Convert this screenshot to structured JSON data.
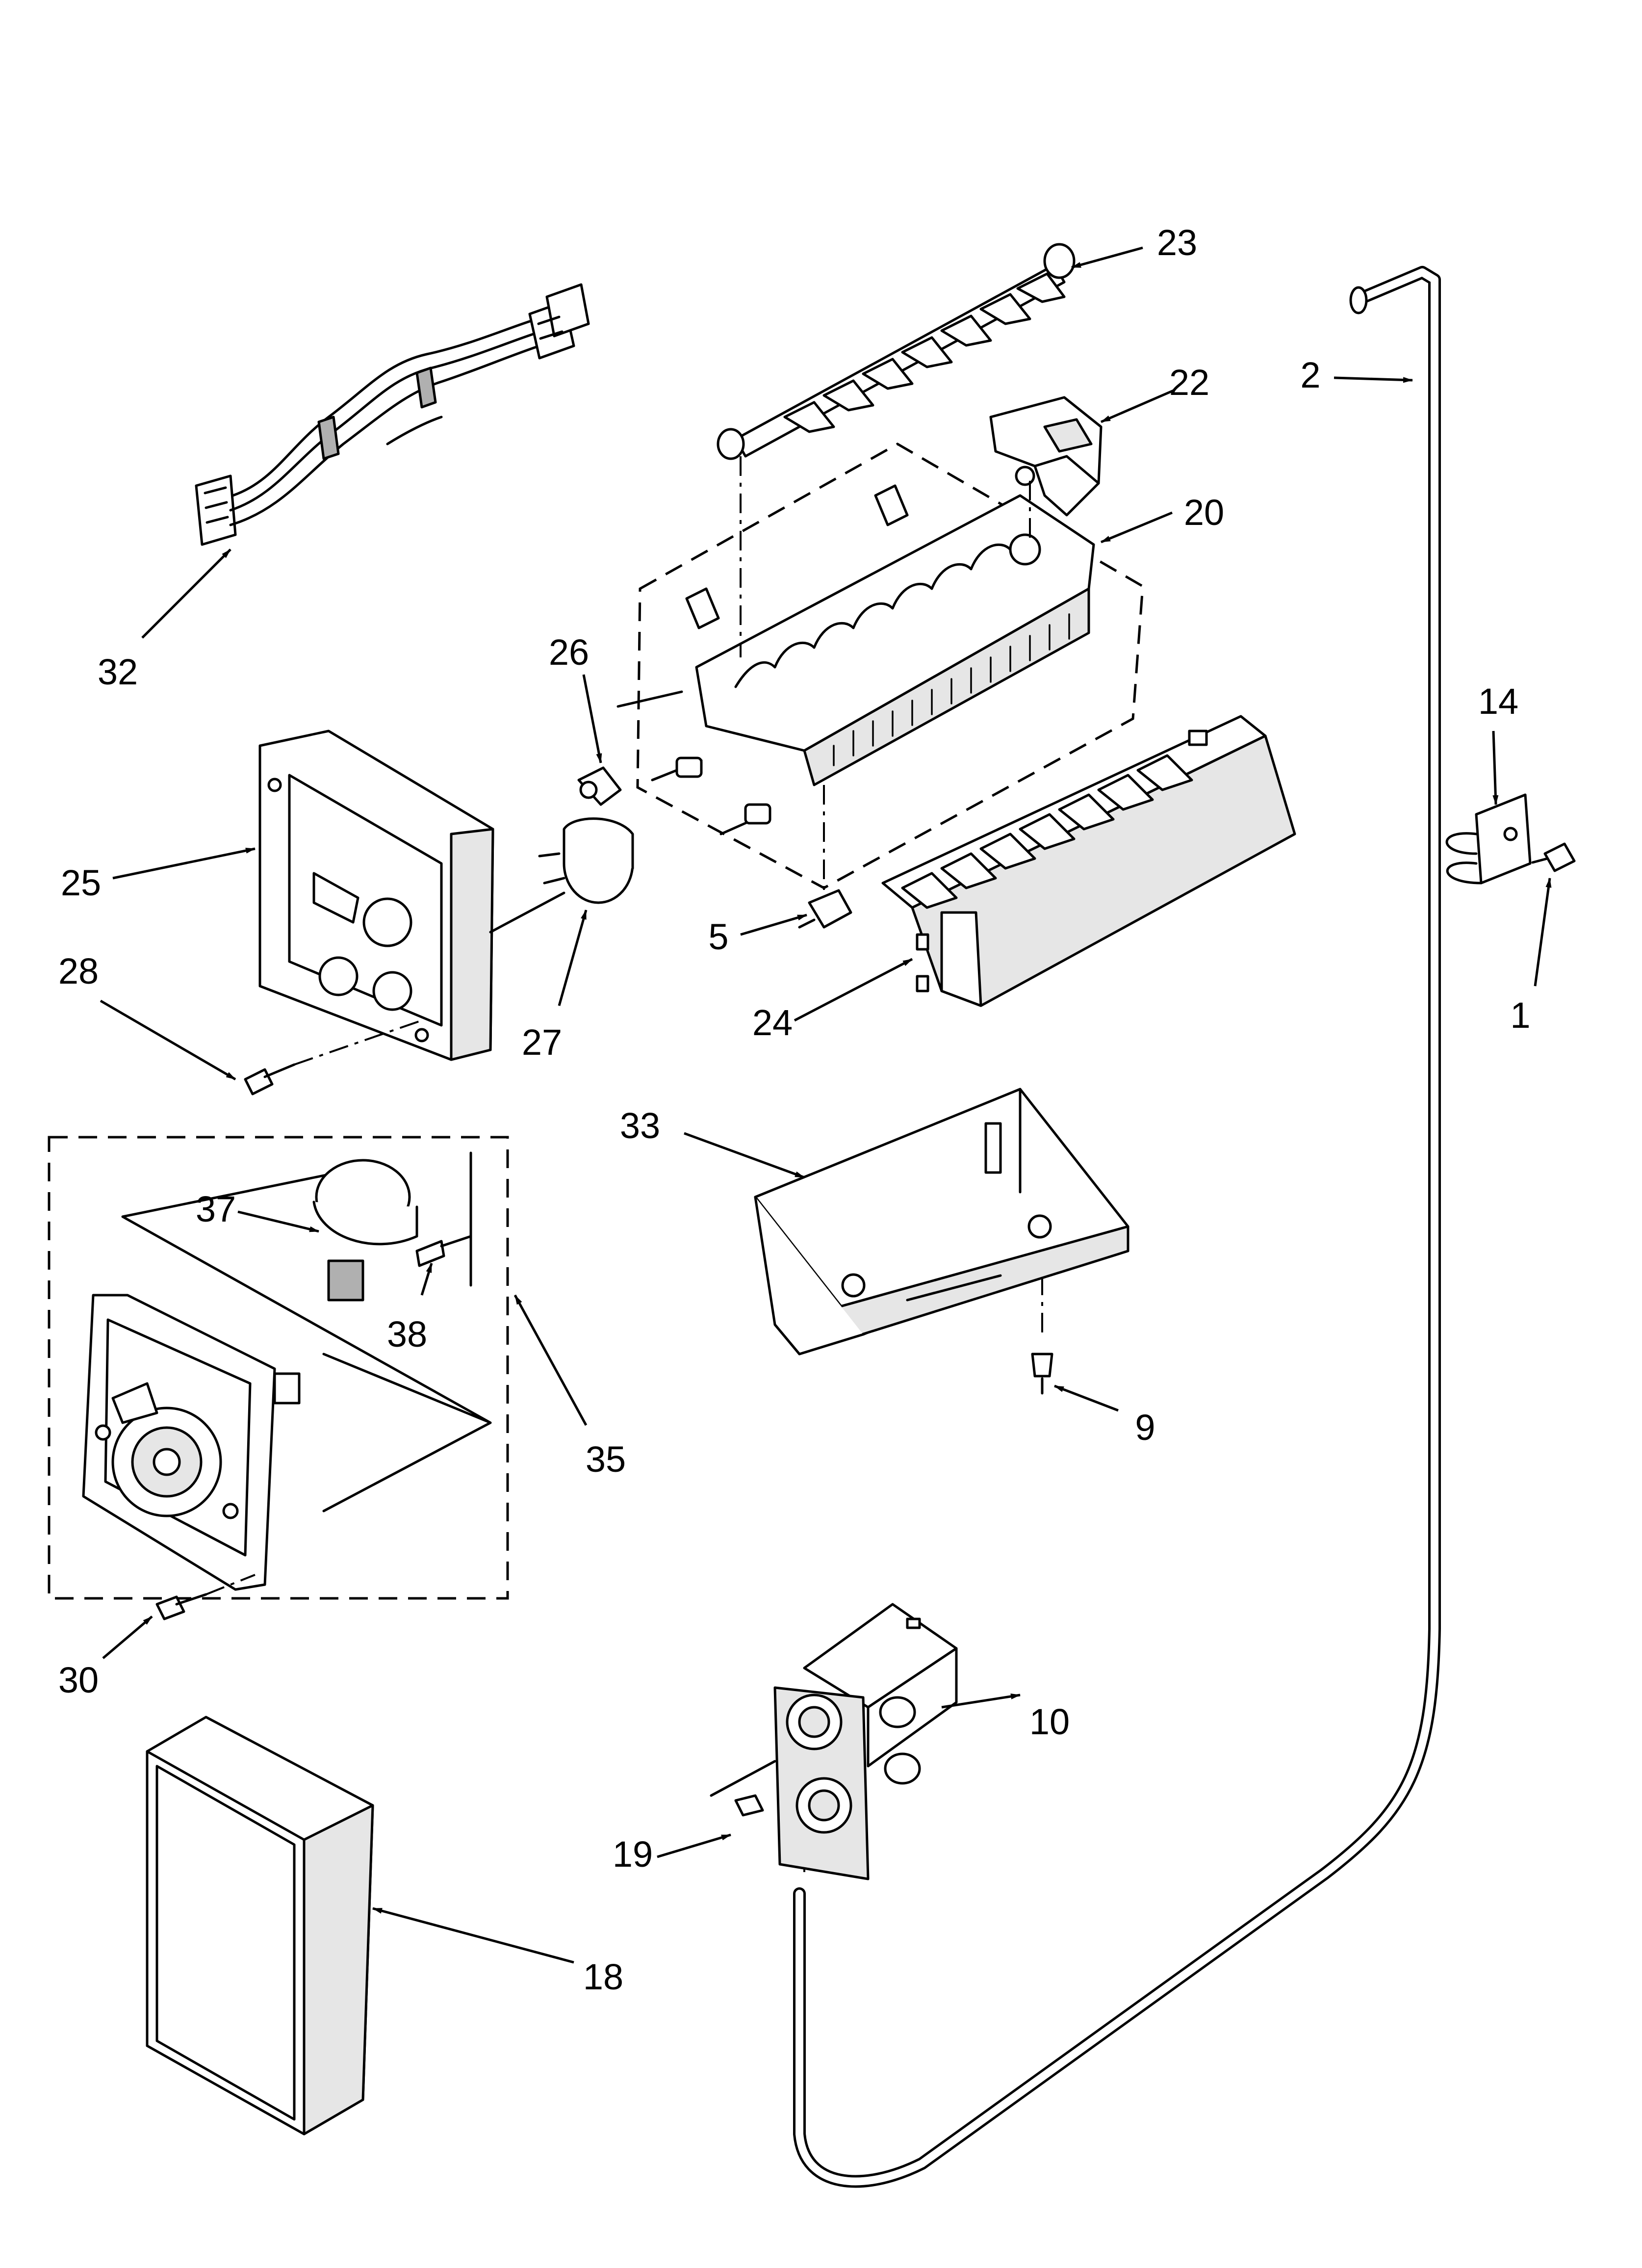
{
  "diagram": {
    "callouts": [
      {
        "id": "c1",
        "label": "1"
      },
      {
        "id": "c2",
        "label": "2"
      },
      {
        "id": "c5",
        "label": "5"
      },
      {
        "id": "c9",
        "label": "9"
      },
      {
        "id": "c10",
        "label": "10"
      },
      {
        "id": "c14",
        "label": "14"
      },
      {
        "id": "c18",
        "label": "18"
      },
      {
        "id": "c19",
        "label": "19"
      },
      {
        "id": "c20",
        "label": "20"
      },
      {
        "id": "c22",
        "label": "22"
      },
      {
        "id": "c23",
        "label": "23"
      },
      {
        "id": "c24",
        "label": "24"
      },
      {
        "id": "c25",
        "label": "25"
      },
      {
        "id": "c26",
        "label": "26"
      },
      {
        "id": "c27",
        "label": "27"
      },
      {
        "id": "c28",
        "label": "28"
      },
      {
        "id": "c30",
        "label": "30"
      },
      {
        "id": "c32",
        "label": "32"
      },
      {
        "id": "c33",
        "label": "33"
      },
      {
        "id": "c35",
        "label": "35"
      },
      {
        "id": "c37",
        "label": "37"
      },
      {
        "id": "c38",
        "label": "38"
      }
    ]
  }
}
